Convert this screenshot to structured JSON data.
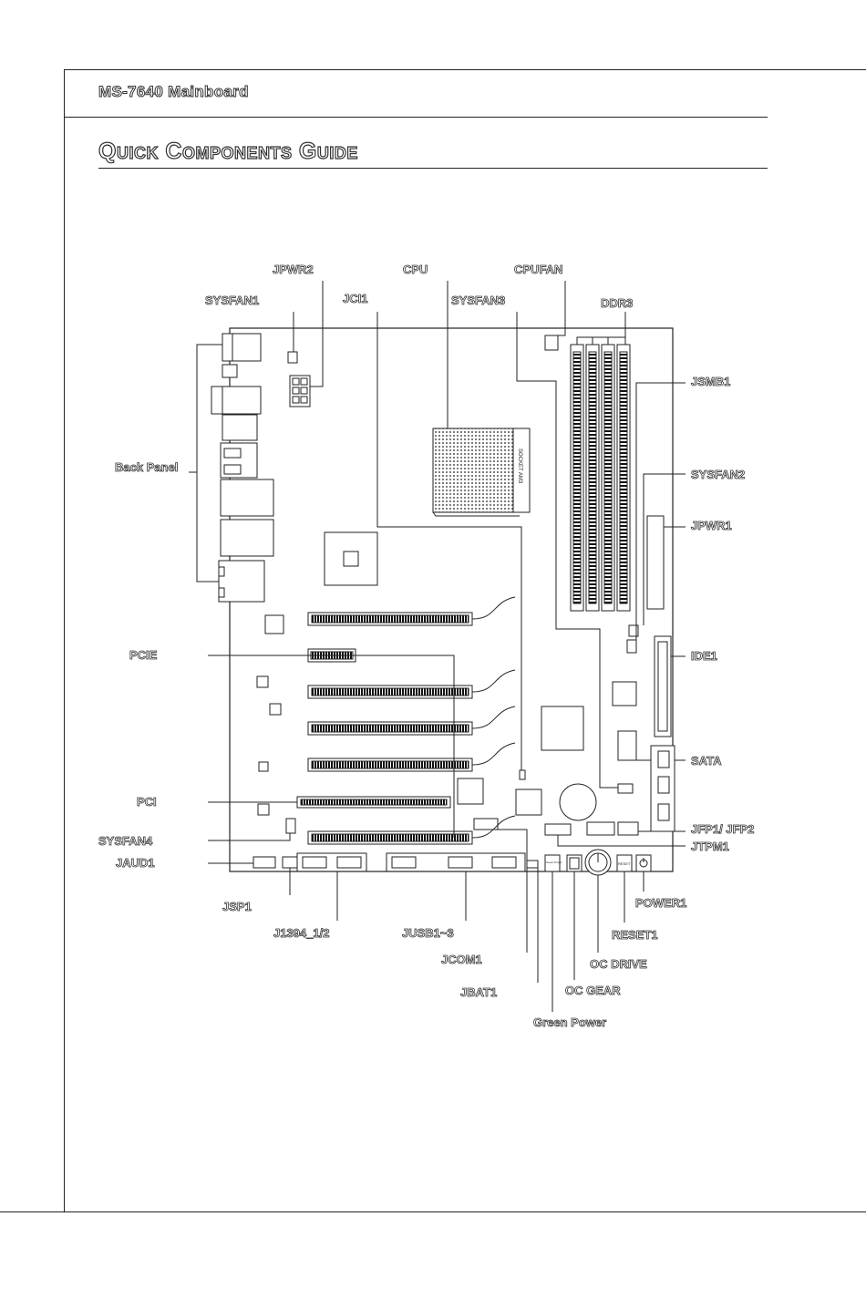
{
  "header": {
    "title": "MS-7640 Mainboard"
  },
  "section": {
    "title": "Quick Components Guide"
  },
  "labels": {
    "jpwr2": "JPWR2",
    "cpu": "CPU",
    "cpufan": "CPUFAN",
    "sysfan1": "SYSFAN1",
    "jci1": "JCI1",
    "sysfan3": "SYSFAN3",
    "ddr3": "DDR3",
    "jsmb1": "JSMB1",
    "back_panel": "Back Panel",
    "sysfan2": "SYSFAN2",
    "jpwr1": "JPWR1",
    "pcie": "PCIE",
    "ide1": "IDE1",
    "sata": "SATA",
    "pci": "PCI",
    "jfp": "JFP1/ JFP2",
    "sysfan4": "SYSFAN4",
    "jtpm1": "JTPM1",
    "jaud1": "JAUD1",
    "power1": "POWER1",
    "jsp1": "JSP1",
    "j1394": "J1394_1/2",
    "jusb": "JUSB1~3",
    "reset1": "RESET1",
    "jcom1": "JCOM1",
    "oc_drive": "OC DRIVE",
    "jbat1": "JBAT1",
    "oc_gear": "OC GEAR",
    "green_power": "Green Power"
  },
  "board_text": {
    "socket": "SOCKET AM3",
    "green_btn": "Green Power",
    "reset_btn": "RESET"
  }
}
